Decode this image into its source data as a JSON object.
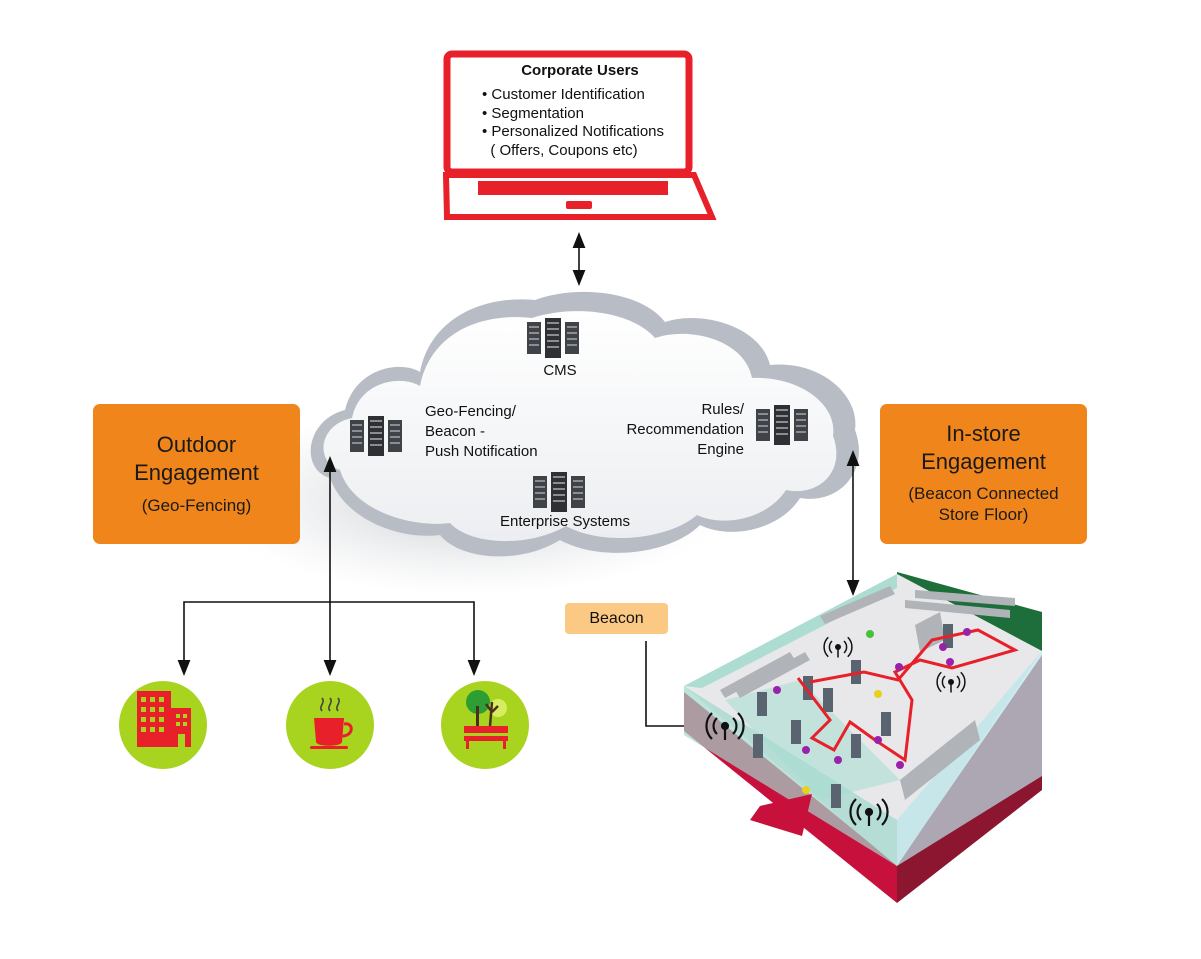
{
  "laptop": {
    "title": "Corporate Users",
    "items": [
      "• Customer Identification",
      "• Segmentation",
      "• Personalized Notifications",
      "  ( Offers, Coupons etc)"
    ]
  },
  "cloud": {
    "cms_label": "CMS",
    "geo_lines": [
      "Geo-Fencing/",
      "Beacon -",
      "Push Notification"
    ],
    "rules_lines": [
      "Rules/",
      "Recommendation",
      "Engine"
    ],
    "enterprise_label": "Enterprise Systems"
  },
  "outdoor": {
    "title_line1": "Outdoor",
    "title_line2": "Engagement",
    "subtitle": "(Geo-Fencing)"
  },
  "instore": {
    "title_line1": "In-store",
    "title_line2": "Engagement",
    "subtitle_line1": "(Beacon Connected",
    "subtitle_line2": "Store Floor)"
  },
  "beacon_label": "Beacon",
  "icons": {
    "venues": [
      "office-building-icon",
      "coffee-cup-icon",
      "park-bench-icon"
    ],
    "servers": [
      "server-icon"
    ],
    "beacon": [
      "beacon-signal-icon"
    ]
  },
  "colors": {
    "laptop_red": "#e8202a",
    "accent_orange": "#f0851b",
    "beacon_tag": "#fbc983",
    "venue_green": "#a8d420",
    "store_crimson": "#c8103c",
    "store_floor": "#e8e8ea"
  }
}
